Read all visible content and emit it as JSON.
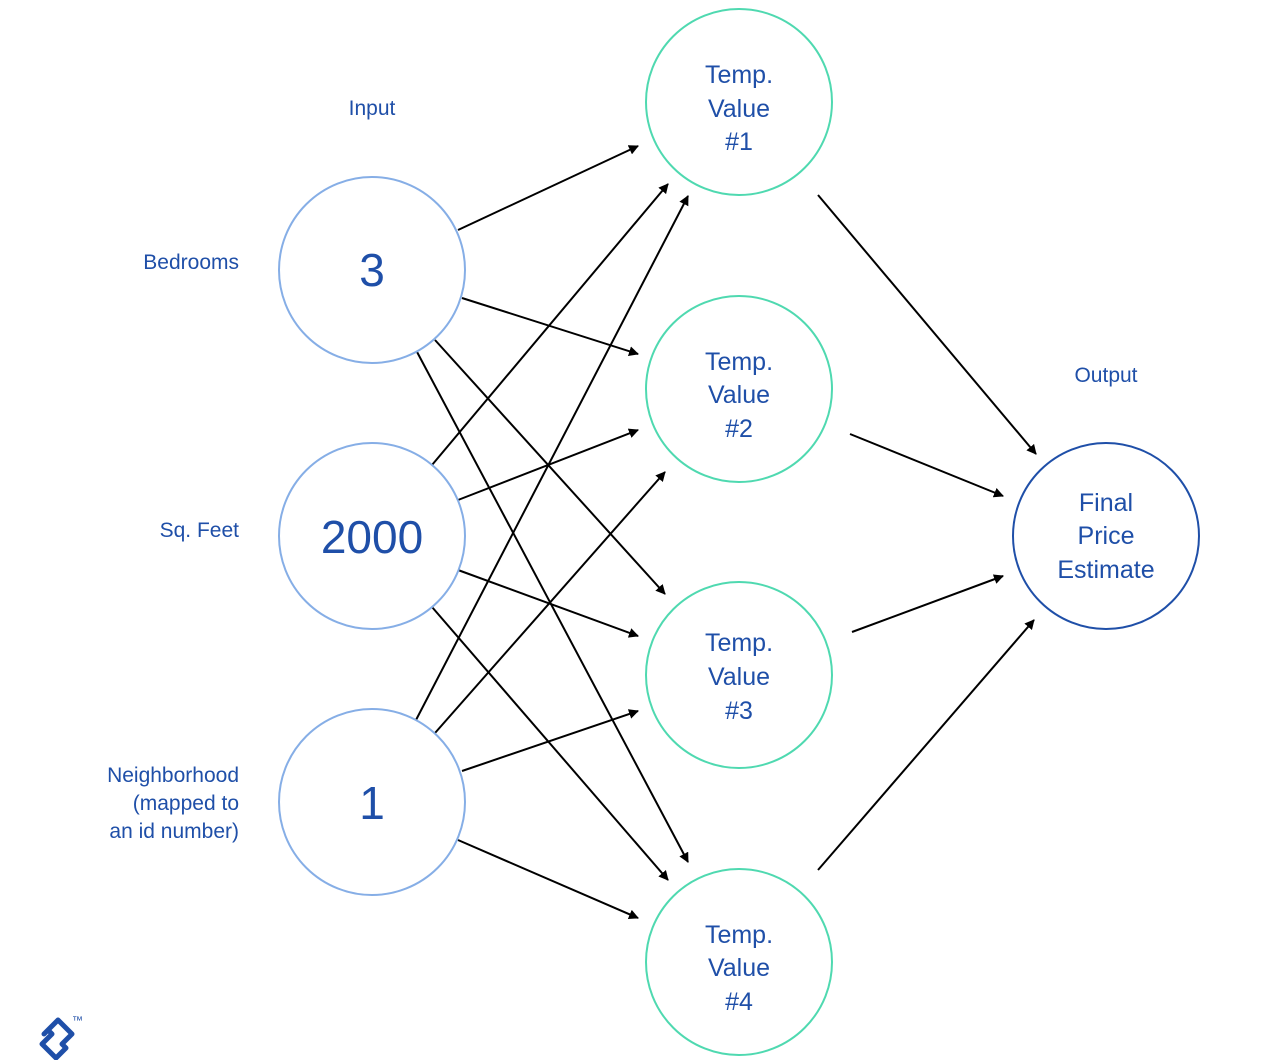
{
  "headers": {
    "input": "Input",
    "output": "Output"
  },
  "inputs": [
    {
      "label": [
        "Bedrooms"
      ],
      "value": "3"
    },
    {
      "label": [
        "Sq. Feet"
      ],
      "value": "2000"
    },
    {
      "label": [
        "Neighborhood",
        "(mapped to",
        "an id number)"
      ],
      "value": "1"
    }
  ],
  "hidden": [
    {
      "lines": [
        "Temp.",
        "Value",
        "#1"
      ]
    },
    {
      "lines": [
        "Temp.",
        "Value",
        "#2"
      ]
    },
    {
      "lines": [
        "Temp.",
        "Value",
        "#3"
      ]
    },
    {
      "lines": [
        "Temp.",
        "Value",
        "#4"
      ]
    }
  ],
  "output": {
    "lines": [
      "Final",
      "Price",
      "Estimate"
    ]
  },
  "logo": {
    "mark": "toptal-logo",
    "tm": "™"
  },
  "colors": {
    "input_stroke": "#86aee6",
    "hidden_stroke": "#4fd9b0",
    "output_stroke": "#1f4fa8",
    "text": "#1f4fa8",
    "arrows": "#000000"
  }
}
